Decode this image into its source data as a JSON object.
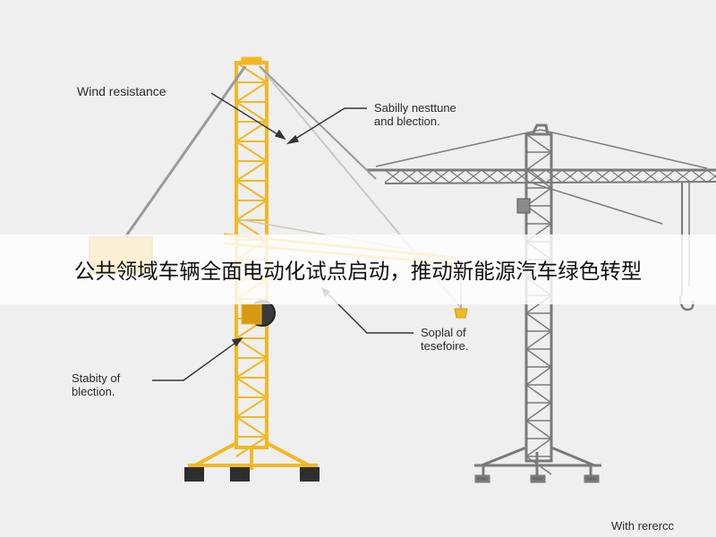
{
  "labels": {
    "wind_resistance": "Wind resistance",
    "top_right_line1": "Sabilly nesttune",
    "top_right_line2": "and blection.",
    "bottom_mid_line1": "Soplal of",
    "bottom_mid_line2": "tesefoire.",
    "left_line1": "Stabity of",
    "left_line2": "blection.",
    "corner": "With rerercc"
  },
  "banner": {
    "title": "公共领域车辆全面电动化试点启动，推动新能源汽车绿色转型"
  },
  "colors": {
    "background": "#efefef",
    "yellow_crane": "#f2b824",
    "yellow_crane_dark": "#d49a12",
    "grey_crane": "#7a7a7a",
    "grey_crane_dark": "#5a5a5a",
    "banner_bg": "#ffffff",
    "label_text": "#2a2a2a"
  }
}
